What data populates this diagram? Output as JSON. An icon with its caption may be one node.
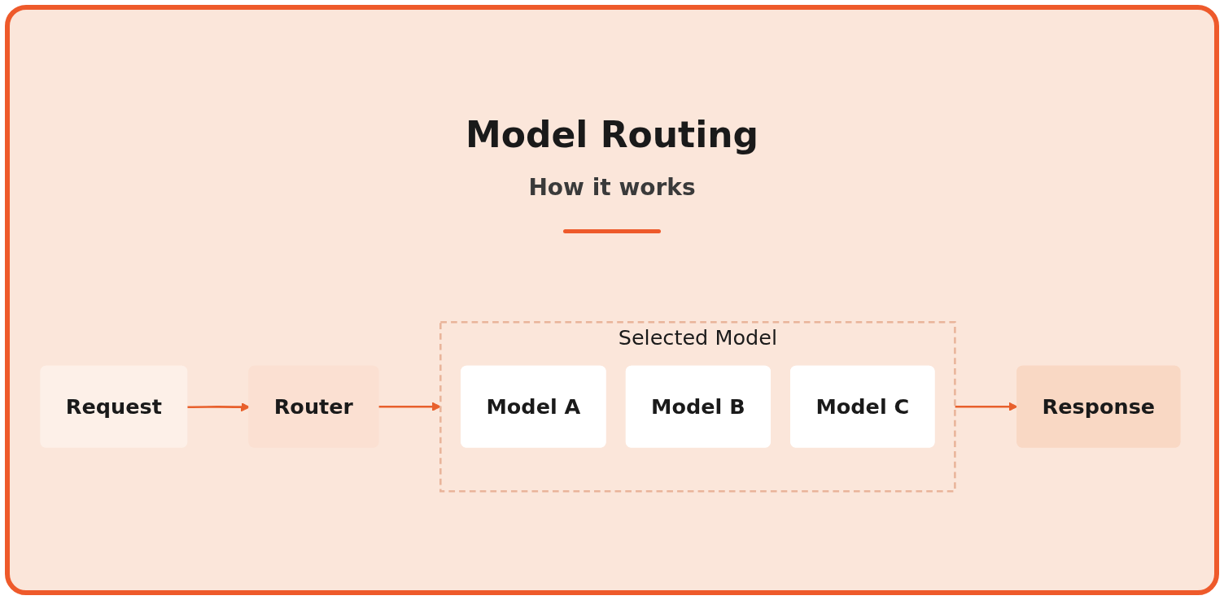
{
  "diagram": {
    "title": "Model Routing",
    "nodes": [
      {
        "text": [
          "Request"
        ]
      },
      {
        "text": [
          "Router"
        ]
      },
      {
        "text": [
          "Selected Model"
        ]
      },
      {
        "text": [
          "Model A"
        ],
        "in": 2
      },
      {
        "text": [
          "Model B"
        ],
        "in": 2
      },
      {
        "text": [
          "Model C"
        ],
        "in": 2
      },
      {
        "text": [
          "Response"
        ]
      }
    ],
    "edges": [
      {
        "from": 0,
        "to": 1,
        "arrow": "to"
      },
      {
        "from": 1,
        "to": 2,
        "arrow": "to"
      },
      {
        "from": 2,
        "to": 6,
        "arrow": "to"
      }
    ],
    "labels": [
      "How it works"
    ]
  }
}
